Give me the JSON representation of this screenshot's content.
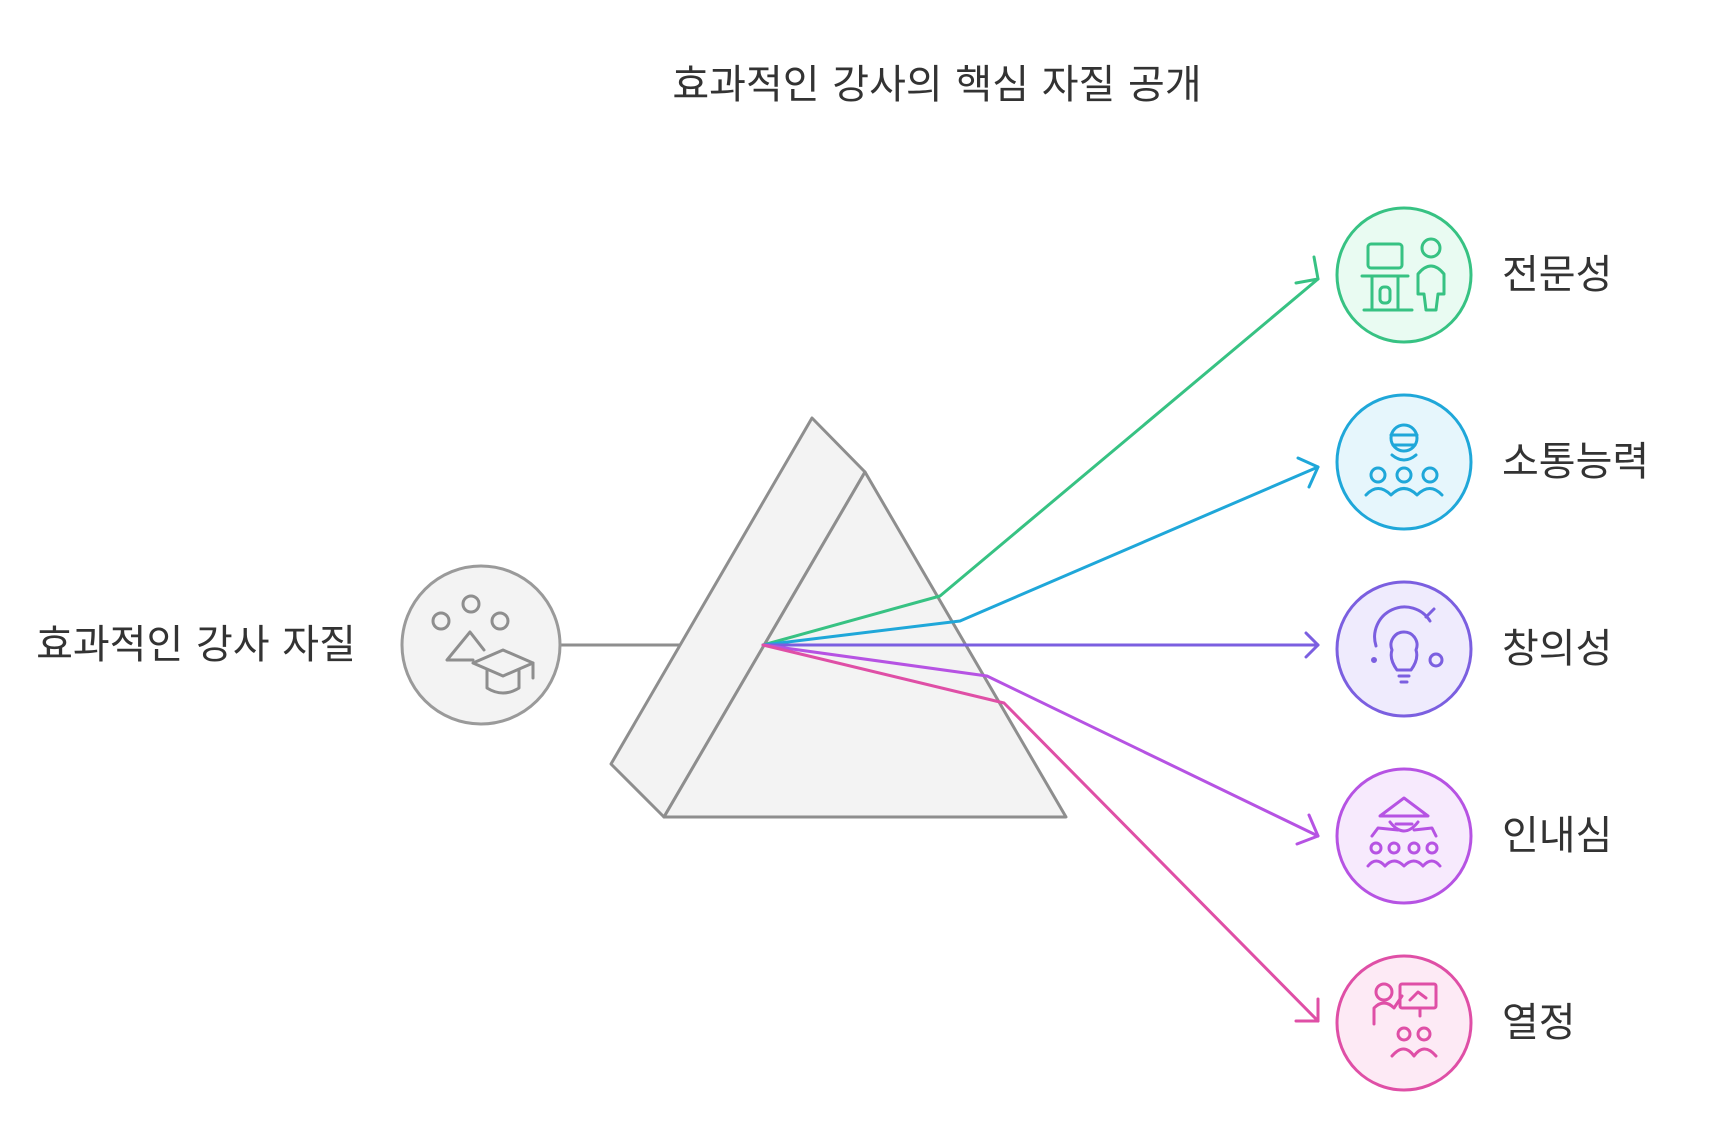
{
  "title": "효과적인 강사의 핵심 자질 공개",
  "source": {
    "label": "효과적인 강사 자질",
    "icon": "students-graduation-cap-icon"
  },
  "prism": {
    "color": "#8e8e8e",
    "fill": "#f3f3f3"
  },
  "outputs": [
    {
      "id": "expertise",
      "label": "전문성",
      "color": "#37c283",
      "bg": "#e9fbf2",
      "icon": "teacher-at-board-icon"
    },
    {
      "id": "communication",
      "label": "소통능력",
      "color": "#1fa7d9",
      "bg": "#e6f6fc",
      "icon": "speaker-audience-icon"
    },
    {
      "id": "creativity",
      "label": "창의성",
      "color": "#7b5fe0",
      "bg": "#efebfd",
      "icon": "lightbulb-icon"
    },
    {
      "id": "patience",
      "label": "인내심",
      "color": "#b653e3",
      "bg": "#f7eafd",
      "icon": "teacher-class-icon"
    },
    {
      "id": "passion",
      "label": "열정",
      "color": "#df4fa6",
      "bg": "#fdeaf5",
      "icon": "presenter-board-icon"
    }
  ]
}
